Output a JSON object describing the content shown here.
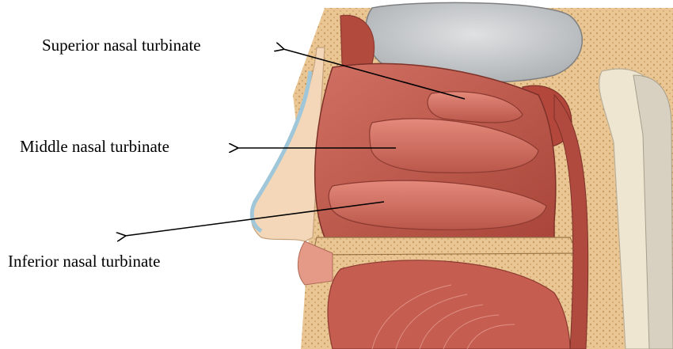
{
  "labels": {
    "superior": "Superior nasal turbinate",
    "middle": "Middle nasal turbinate",
    "inferior": "Inferior nasal turbinate"
  },
  "colors": {
    "background": "#ffffff",
    "text": "#000000",
    "mucosa": "#c0574a",
    "turbinate": "#d9776a",
    "bone": "#e8c28f",
    "brain_gray": "#c9ccce",
    "spine": "#efe6d2",
    "skin": "#f3d7b8",
    "cartilage_blue": "#9fc7d9"
  },
  "illustration": {
    "subject": "sagittal section of nasal cavity",
    "icon": "anatomy-illustration"
  }
}
